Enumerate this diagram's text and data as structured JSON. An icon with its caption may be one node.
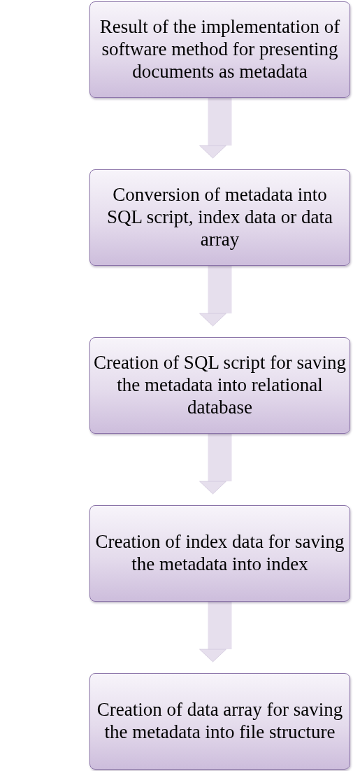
{
  "diagram": {
    "nodes": [
      {
        "text": [
          "Result of the implementation of software method for presenting documents as metadata"
        ]
      },
      {
        "text": [
          "Conversion of metadata into SQL script, index data or data array"
        ]
      },
      {
        "text": [
          "Creation of SQL script for saving the metadata into relational database"
        ]
      },
      {
        "text": [
          "Creation of index data for saving the metadata into index"
        ]
      },
      {
        "text": [
          "Creation of data array for saving the metadata into file structure"
        ]
      }
    ],
    "edges": [
      {
        "from": 0,
        "to": 1,
        "arrow": "to"
      },
      {
        "from": 1,
        "to": 2,
        "arrow": "to"
      },
      {
        "from": 2,
        "to": 3,
        "arrow": "to"
      },
      {
        "from": 3,
        "to": 4,
        "arrow": "to"
      }
    ]
  }
}
